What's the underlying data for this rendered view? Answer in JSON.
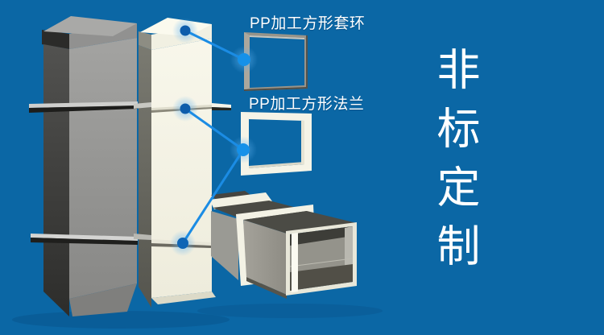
{
  "banner": {
    "background_color": "#0b67a5",
    "callouts": [
      {
        "label": "PP加工方形套环",
        "target": "square-collar-sample"
      },
      {
        "label": "PP加工方形法兰",
        "target": "square-flange-sample"
      }
    ],
    "slogan_vertical": "非标定制",
    "accent_colors": {
      "connector_line": "#1b8ce4",
      "connector_dot_bright": "#1591e9",
      "connector_dot_dark": "#0d5dab",
      "text": "#ffffff"
    }
  }
}
